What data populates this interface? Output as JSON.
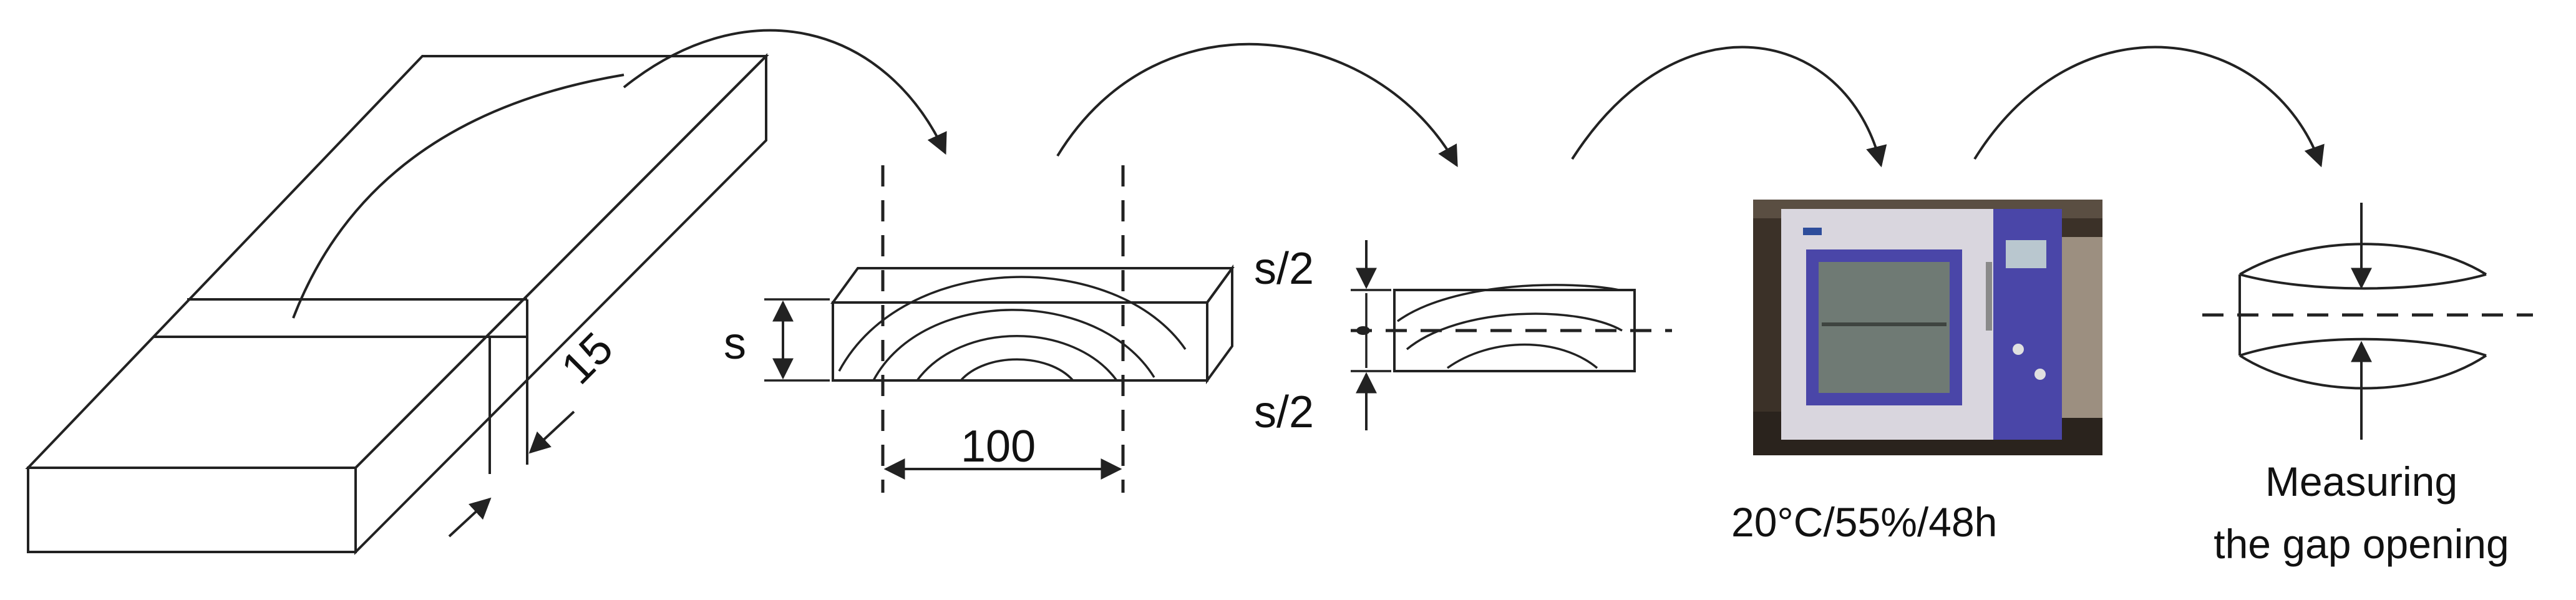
{
  "labels": {
    "dim_15": "15",
    "dim_s": "s",
    "dim_100": "100",
    "dim_s2_top": "s/2",
    "dim_s2_bottom": "s/2",
    "conditioning": "20°C/55%/48h",
    "measuring_line1": "Measuring",
    "measuring_line2": "the gap opening"
  },
  "colors": {
    "line": "#222222",
    "chamber_body": "#d9d6de",
    "chamber_frame": "#4a46a8",
    "background_dark": "#3b3128"
  }
}
